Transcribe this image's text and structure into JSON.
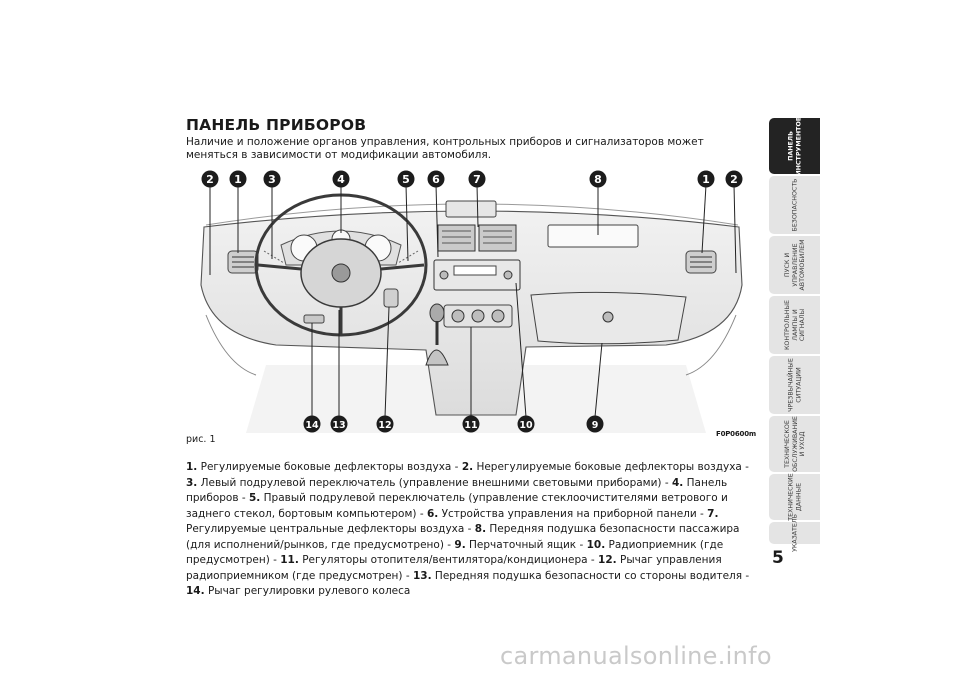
{
  "title": "ПАНЕЛЬ ПРИБОРОВ",
  "intro": "Наличие и положение органов управления, контрольных приборов и сигнализаторов может меняться в зависимости от модификации автомобиля.",
  "figure": {
    "label": "рис. 1",
    "code": "F0P0600m",
    "callouts_top": [
      "2",
      "1",
      "3",
      "4",
      "5",
      "6",
      "7",
      "8",
      "1",
      "2"
    ],
    "callouts_bottom": [
      "14",
      "13",
      "12",
      "11",
      "10",
      "9"
    ]
  },
  "legend": [
    {
      "num": "1.",
      "text": " Регулируемые боковые дефлекторы воздуха - "
    },
    {
      "num": "2.",
      "text": " Нерегулируемые боковые дефлекторы воздуха - "
    },
    {
      "num": "3.",
      "text": " Левый подрулевой переключатель (управление внешними световыми приборами) - "
    },
    {
      "num": "4.",
      "text": " Панель приборов - "
    },
    {
      "num": "5.",
      "text": " Правый подрулевой переключатель (управление стеклоочистителями ветрового и заднего стекол, бортовым компьютером) - "
    },
    {
      "num": "6.",
      "text": " Устройства управления на приборной панели - "
    },
    {
      "num": "7.",
      "text": " Регулируемые центральные дефлекторы воздуха - "
    },
    {
      "num": "8.",
      "text": " Передняя подушка безопасности пассажира (для исполнений/рынков, где предусмотрено) - "
    },
    {
      "num": "9.",
      "text": " Перчаточный ящик - "
    },
    {
      "num": "10.",
      "text": " Радиоприемник (где предусмотрен) - "
    },
    {
      "num": "11.",
      "text": " Регуляторы отопителя/вентилятора/кондиционера - "
    },
    {
      "num": "12.",
      "text": " Рычаг управления радиоприемником (где предусмотрен) - "
    },
    {
      "num": "13.",
      "text": " Передняя подушка безопасности со стороны водителя - "
    },
    {
      "num": "14.",
      "text": " Рычаг регулировки рулевого колеса"
    }
  ],
  "page_number": "5",
  "side_tabs": [
    {
      "label": "ПАНЕЛЬ ИНСТРУМЕНТОВ",
      "active": true
    },
    {
      "label": "БЕЗОПАСНОСТЬ",
      "active": false
    },
    {
      "label": "ПУСК И УПРАВЛЕНИЕ АВТОМОБИЛЕМ",
      "active": false
    },
    {
      "label": "КОНТРОЛЬНЫЕ ЛАМПЫ И СИГНАЛЫ",
      "active": false
    },
    {
      "label": "ЧРЕЗВЫЧАЙНЫЕ СИТУАЦИИ",
      "active": false
    },
    {
      "label": "ТЕХНИЧЕСКОЕ ОБСЛУЖИВАНИЕ И УХОД",
      "active": false
    },
    {
      "label": "ТЕХНИЧЕСКИЕ ДАННЫЕ",
      "active": false
    },
    {
      "label": "УКАЗАТЕЛЬ",
      "active": false
    }
  ],
  "watermark": "carmanualsonline.info",
  "colors": {
    "badge": "#1c1c1c",
    "active_tab": "#232323",
    "tab": "#e4e4e4",
    "figure_bg": "#ececec"
  }
}
